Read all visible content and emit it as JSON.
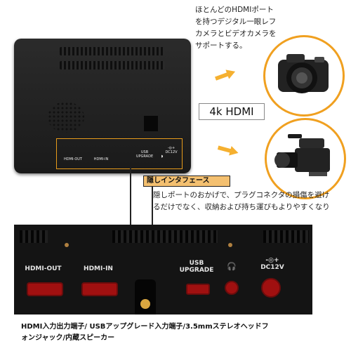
{
  "top_description": {
    "lines": [
      "ほとんどのHDMIポート",
      "を持つデジタル一眼レフ",
      "カメラとビデオカメラを",
      "サポートする。"
    ]
  },
  "resolution_label": "4k HDMI",
  "interface_title": "隠しインタフェース",
  "interface_description": {
    "lines": [
      "隠しポートのおかげで、プラグコネクタの損傷を避け",
      "るだけでなく、収納および持ち運びもよりやすくなり"
    ]
  },
  "monitor_ports": {
    "hdmi_out": "HDMI-OUT",
    "hdmi_in": "HDMI-IN",
    "usb": "USB",
    "upgrade": "UPGRADE",
    "dc_symbol": "-◎+",
    "dc": "DC12V"
  },
  "zoom_ports": {
    "hdmi_out": "HDMI-OUT",
    "hdmi_in": "HDMI-IN",
    "usb": "USB",
    "upgrade": "UPGRADE",
    "headphone_symbol": "🎧",
    "dc_symbol": "-◎+",
    "dc": "DC12V"
  },
  "bottom_caption": {
    "lines": [
      "HDMI入力出力端子/ USBアップグレード入力端子/3.5mmステレオヘッドフ",
      "ォンジャック/内蔵スピーカー"
    ]
  },
  "colors": {
    "accent": "#f0a020",
    "banner": "#f4c070",
    "port_red": "#a01010"
  }
}
